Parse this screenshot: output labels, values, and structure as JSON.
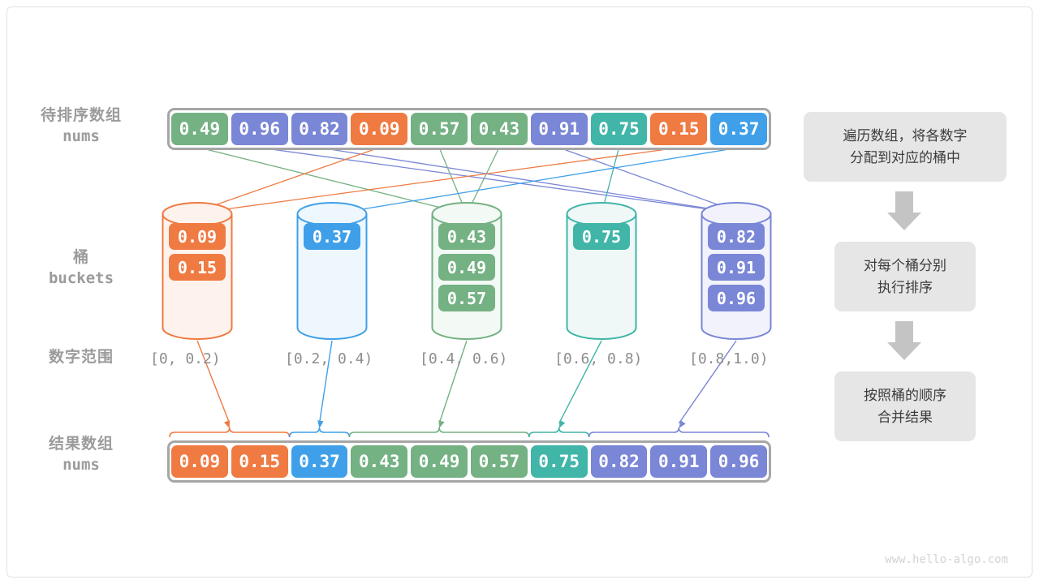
{
  "watermark": "www.hello-algo.com",
  "labels": {
    "input": {
      "cn": "待排序数组",
      "mono": "nums"
    },
    "buckets": {
      "cn": "桶",
      "mono": "buckets"
    },
    "range": {
      "cn": "数字范围"
    },
    "result": {
      "cn": "结果数组",
      "mono": "nums"
    }
  },
  "colors": {
    "green": "#74b183",
    "purple": "#7a86d6",
    "orange": "#ef7a42",
    "blue": "#3fa0e9",
    "teal": "#40b5a8",
    "gray_border": "#a6a6a6",
    "label_gray": "#9b9b9b",
    "note_bg": "#e6e6e6",
    "note_text": "#3c3c3c"
  },
  "input_array": [
    {
      "value": "0.49",
      "color": "#74b183"
    },
    {
      "value": "0.96",
      "color": "#7a86d6"
    },
    {
      "value": "0.82",
      "color": "#7a86d6"
    },
    {
      "value": "0.09",
      "color": "#ef7a42"
    },
    {
      "value": "0.57",
      "color": "#74b183"
    },
    {
      "value": "0.43",
      "color": "#74b183"
    },
    {
      "value": "0.91",
      "color": "#7a86d6"
    },
    {
      "value": "0.75",
      "color": "#40b5a8"
    },
    {
      "value": "0.15",
      "color": "#ef7a42"
    },
    {
      "value": "0.37",
      "color": "#3fa0e9"
    }
  ],
  "buckets": [
    {
      "range": "[0, 0.2)",
      "color": "#ef7a42",
      "fill": "#fdf2ec",
      "items": [
        "0.09",
        "0.15"
      ]
    },
    {
      "range": "[0.2, 0.4)",
      "color": "#3fa0e9",
      "fill": "#eef7fd",
      "items": [
        "0.37"
      ]
    },
    {
      "range": "[0.4, 0.6)",
      "color": "#74b183",
      "fill": "#f3f9f4",
      "items": [
        "0.43",
        "0.49",
        "0.57"
      ]
    },
    {
      "range": "[0.6, 0.8)",
      "color": "#40b5a8",
      "fill": "#eff8f7",
      "items": [
        "0.75"
      ]
    },
    {
      "range": "[0.8,1.0)",
      "color": "#7a86d6",
      "fill": "#f1f2fb",
      "items": [
        "0.82",
        "0.91",
        "0.96"
      ]
    }
  ],
  "result_array": [
    {
      "value": "0.09",
      "color": "#ef7a42"
    },
    {
      "value": "0.15",
      "color": "#ef7a42"
    },
    {
      "value": "0.37",
      "color": "#3fa0e9"
    },
    {
      "value": "0.43",
      "color": "#74b183"
    },
    {
      "value": "0.49",
      "color": "#74b183"
    },
    {
      "value": "0.57",
      "color": "#74b183"
    },
    {
      "value": "0.75",
      "color": "#40b5a8"
    },
    {
      "value": "0.82",
      "color": "#7a86d6"
    },
    {
      "value": "0.91",
      "color": "#7a86d6"
    },
    {
      "value": "0.96",
      "color": "#7a86d6"
    }
  ],
  "notes": [
    {
      "line1": "遍历数组，将各数字",
      "line2": "分配到对应的桶中"
    },
    {
      "line1": "对每个桶分别",
      "line2": "执行排序"
    },
    {
      "line1": "按照桶的顺序",
      "line2": "合并结果"
    }
  ],
  "distribution_links": [
    {
      "from_index": 0,
      "to_bucket": 2,
      "color": "#74b183"
    },
    {
      "from_index": 1,
      "to_bucket": 4,
      "color": "#7a86d6"
    },
    {
      "from_index": 2,
      "to_bucket": 4,
      "color": "#7a86d6"
    },
    {
      "from_index": 3,
      "to_bucket": 0,
      "color": "#ef7a42"
    },
    {
      "from_index": 4,
      "to_bucket": 2,
      "color": "#74b183"
    },
    {
      "from_index": 5,
      "to_bucket": 2,
      "color": "#74b183"
    },
    {
      "from_index": 6,
      "to_bucket": 4,
      "color": "#7a86d6"
    },
    {
      "from_index": 7,
      "to_bucket": 3,
      "color": "#40b5a8"
    },
    {
      "from_index": 8,
      "to_bucket": 0,
      "color": "#ef7a42"
    },
    {
      "from_index": 9,
      "to_bucket": 1,
      "color": "#3fa0e9"
    }
  ],
  "merge_groups": [
    {
      "bucket": 0,
      "start_index": 0,
      "count": 2,
      "color": "#ef7a42"
    },
    {
      "bucket": 1,
      "start_index": 2,
      "count": 1,
      "color": "#3fa0e9"
    },
    {
      "bucket": 2,
      "start_index": 3,
      "count": 3,
      "color": "#74b183"
    },
    {
      "bucket": 3,
      "start_index": 6,
      "count": 1,
      "color": "#40b5a8"
    },
    {
      "bucket": 4,
      "start_index": 7,
      "count": 3,
      "color": "#7a86d6"
    }
  ]
}
